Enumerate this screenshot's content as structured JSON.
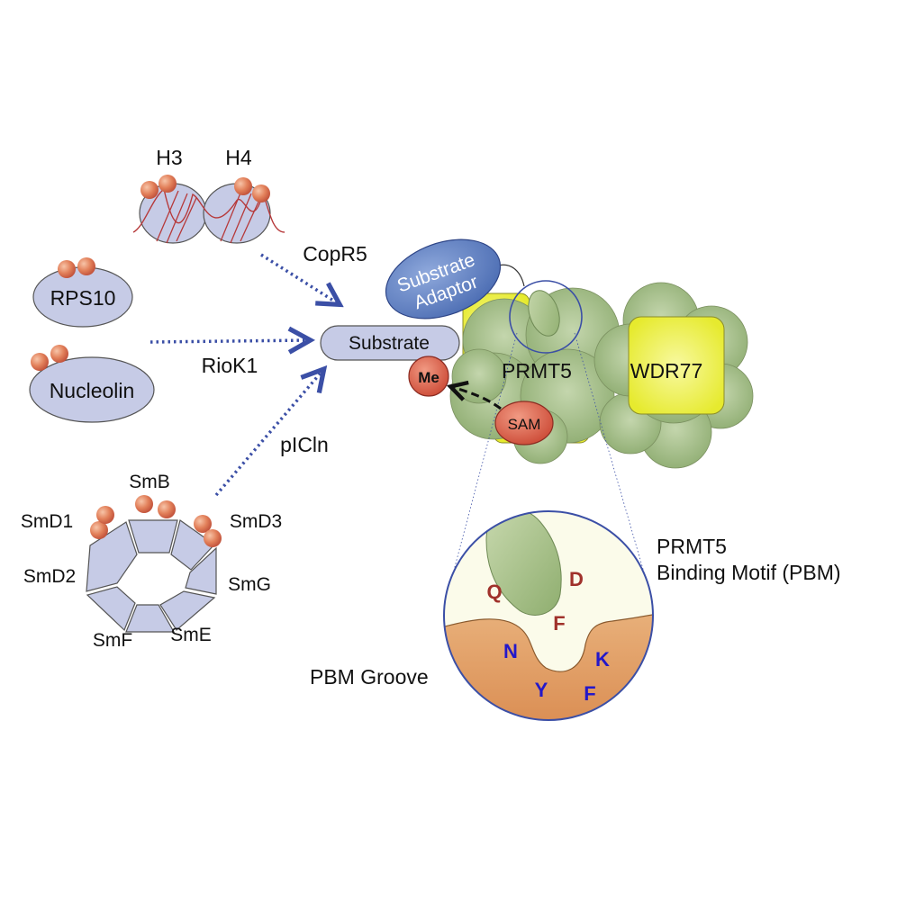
{
  "histones": {
    "h3": "H3",
    "h4": "H4"
  },
  "adaptors": {
    "copr5": "CopR5",
    "riok1": "RioK1",
    "picln": "pICln"
  },
  "substrates": {
    "rps10": "RPS10",
    "nucleolin": "Nucleolin"
  },
  "sm_ring": {
    "smb": "SmB",
    "smd1": "SmD1",
    "smd3": "SmD3",
    "smd2": "SmD2",
    "smg": "SmG",
    "smf": "SmF",
    "sme": "SmE"
  },
  "complex": {
    "substrate": "Substrate",
    "substrate_adaptor_line1": "Substrate",
    "substrate_adaptor_line2": "Adaptor",
    "prmt5": "PRMT5",
    "wdr77": "WDR77",
    "me": "Me",
    "sam": "SAM"
  },
  "pbm": {
    "title_line1": "PRMT5",
    "title_line2": "Binding Motif (PBM)",
    "groove": "PBM Groove",
    "res_q": "Q",
    "res_d": "D",
    "res_f_top": "F",
    "res_n": "N",
    "res_k": "K",
    "res_y": "Y",
    "res_f_bottom": "F"
  },
  "colors": {
    "arrow_blue": "#3b4fa6",
    "oval_lavender": "#c6cbe6",
    "orange_ball": "#e2805a",
    "prmt5_green": "#a3bf86",
    "wdr77_yellow": "#f3f55a",
    "adaptor_blue": "#5f83c6",
    "sam_red": "#de5b45",
    "groove_orange": "#e3a467",
    "red_text": "#a0312b",
    "blue_text": "#2418c9"
  }
}
